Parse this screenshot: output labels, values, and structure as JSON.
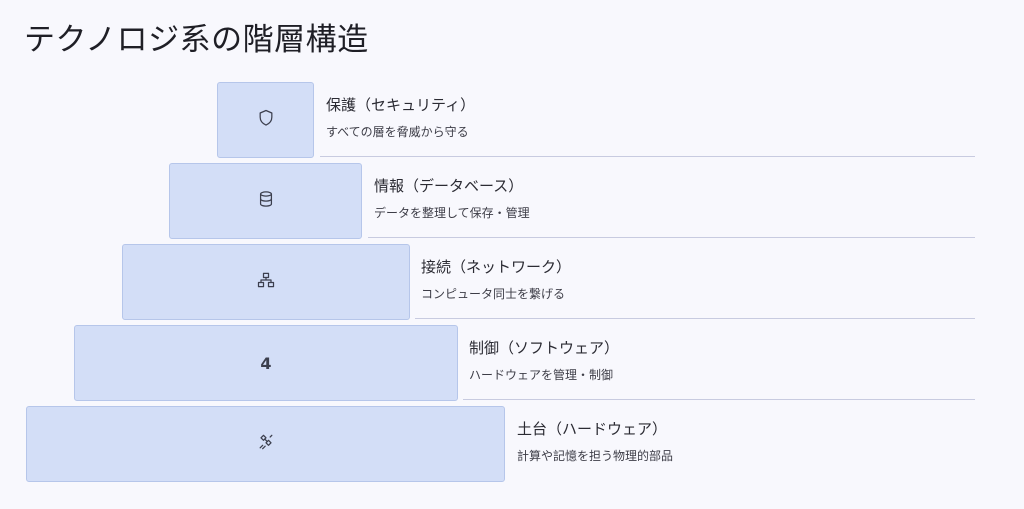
{
  "title": "テクノロジ系の階層構造",
  "layers": [
    {
      "name": "保護（セキュリティ）",
      "desc": "すべての層を脅威から守る",
      "icon": "shield-icon"
    },
    {
      "name": "情報（データベース）",
      "desc": "データを整理して保存・管理",
      "icon": "database-icon"
    },
    {
      "name": "接続（ネットワーク）",
      "desc": "コンピュータ同士を繋げる",
      "icon": "network-icon"
    },
    {
      "name": "制御（ソフトウェア）",
      "desc": "ハードウェアを管理・制御",
      "icon": "4",
      "icon_text": "4"
    },
    {
      "name": "土台（ハードウェア）",
      "desc": "計算や記憶を担う物理的部品",
      "icon": "chip-icon"
    }
  ],
  "colors": {
    "block_fill": "#d3def7",
    "block_border": "#b6c6ea",
    "rule": "#c8cbe0",
    "background": "#f8f8fd"
  }
}
